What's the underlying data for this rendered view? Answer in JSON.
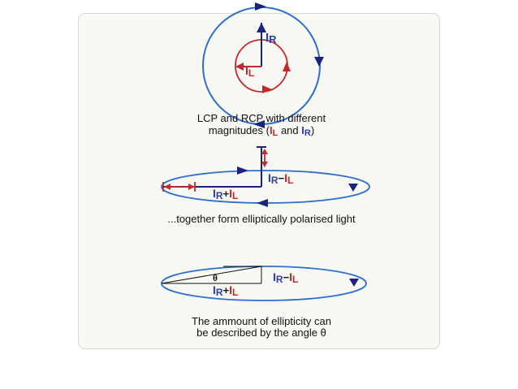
{
  "colors": {
    "right_circular": "#2c6fd0",
    "left_circular": "#c62828",
    "arrow": "#1a237e",
    "label_blue": "#2c3fa8",
    "panel_bg": "#f8f8f5"
  },
  "labels": {
    "I": "I",
    "R": "R",
    "L": "L",
    "minus": "−",
    "plus": "+",
    "theta": "θ"
  },
  "captions": {
    "fig1_line1": "LCP and RCP with different",
    "fig1_line2_prefix": "magnitudes (",
    "fig1_line2_and": " and ",
    "fig1_line2_suffix": ")",
    "fig2": "...together form elliptically polarised light",
    "fig3_line1": "The ammount of ellipticity can",
    "fig3_line2": "be described by the angle θ"
  }
}
